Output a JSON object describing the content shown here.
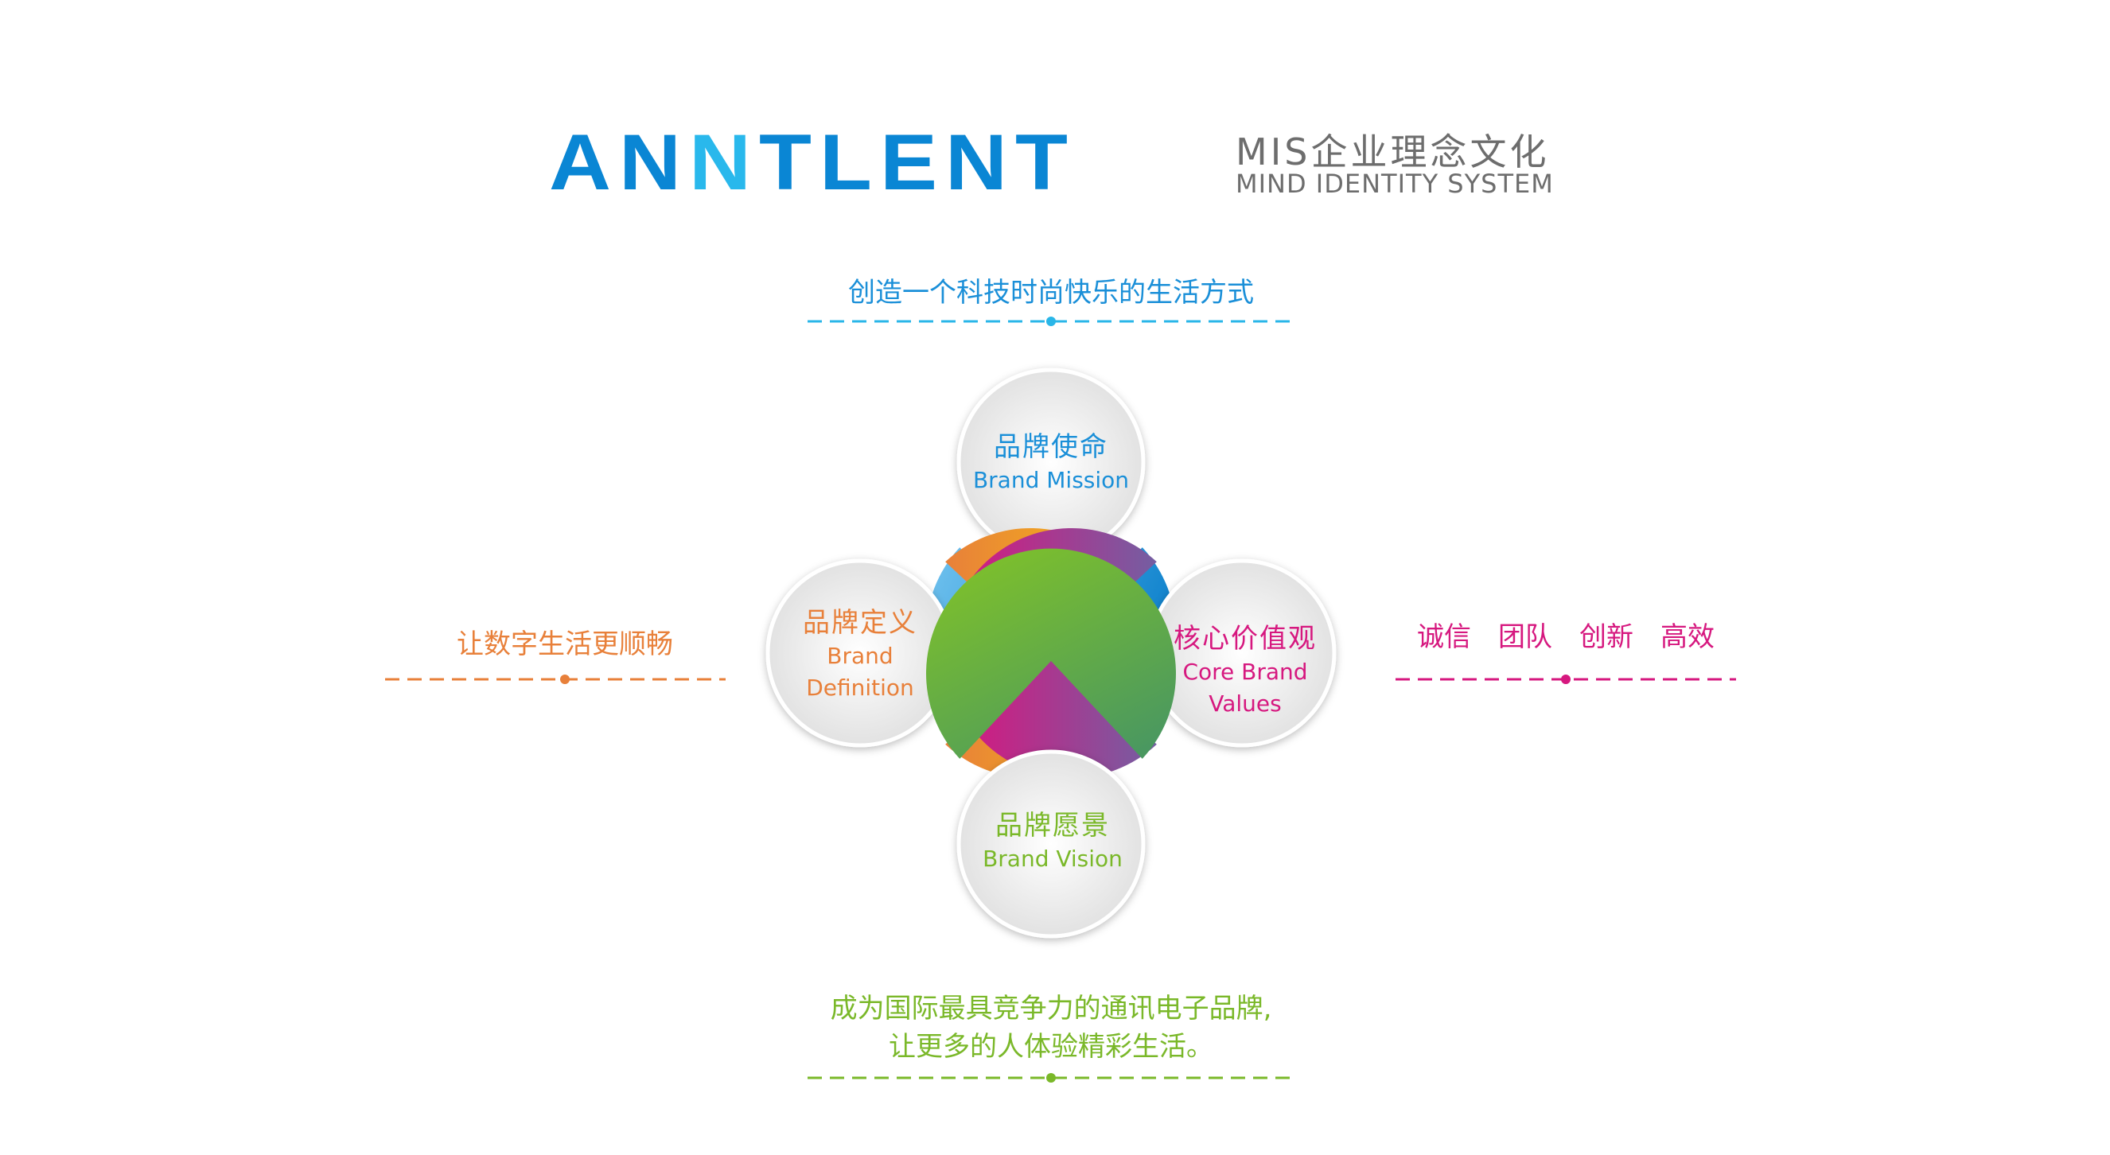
{
  "header": {
    "logo": "ANNTLENT",
    "title": "MIS企业理念文化",
    "subtitle": "MIND IDENTITY SYSTEM"
  },
  "petals": {
    "mission": {
      "cn": "品牌使命",
      "en": "Brand Mission",
      "color": "#1a8fd8"
    },
    "definition": {
      "cn": "品牌定义",
      "en1": "Brand",
      "en2": "Definition",
      "color": "#e8803a"
    },
    "values": {
      "cn": "核心价值观",
      "en1": "Core Brand",
      "en2": "Values",
      "color": "#d6187f"
    },
    "vision": {
      "cn": "品牌愿景",
      "en": "Brand Vision",
      "color": "#7ab829"
    }
  },
  "statements": {
    "mission": "创造一个科技时尚快乐的生活方式",
    "definition": "让数字生活更顺畅",
    "values": "诚信　团队　创新　高效",
    "vision_line1": "成为国际最具竞争力的通讯电子品牌,",
    "vision_line2": "让更多的人体验精彩生活。"
  },
  "colors": {
    "blue": "#1a8fd8",
    "light_blue": "#29b6e8",
    "orange": "#e8803a",
    "magenta": "#d6187f",
    "green": "#7ab829"
  }
}
